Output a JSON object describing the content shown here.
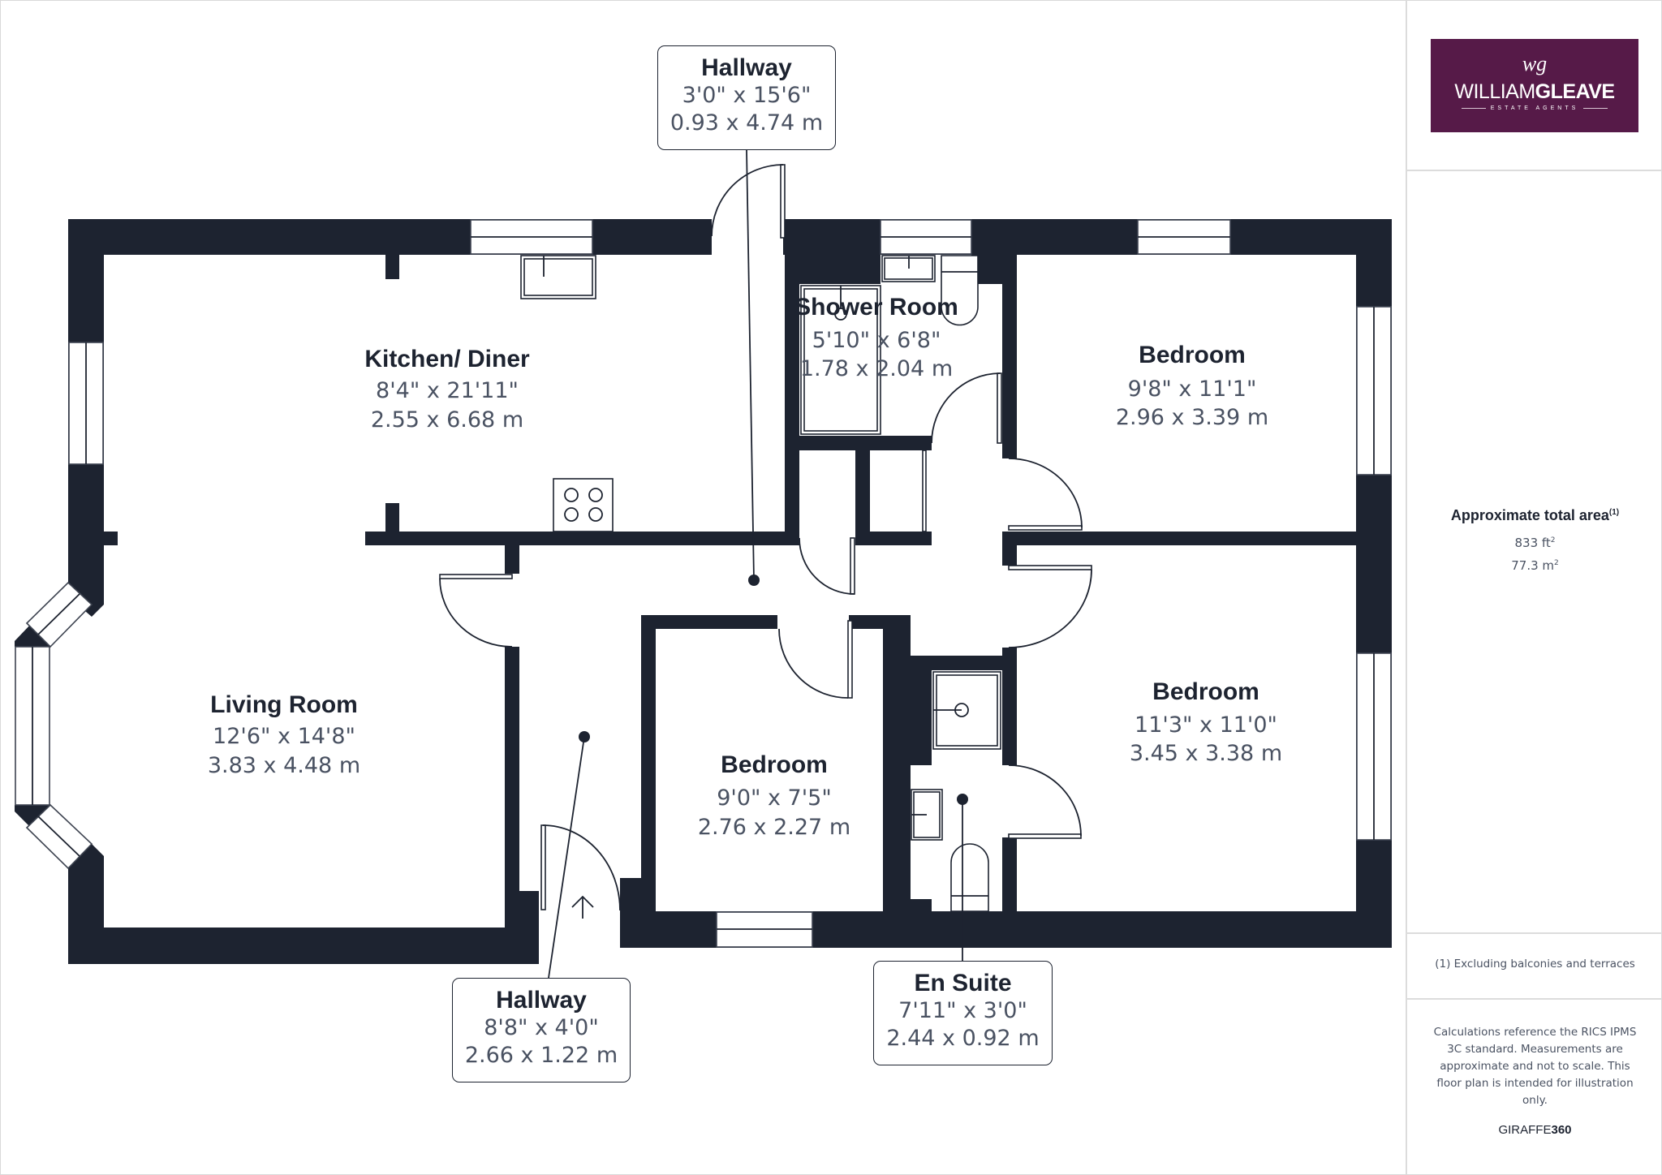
{
  "brand": {
    "monogram": "wg",
    "name_light": "WILLIAM",
    "name_bold": "GLEAVE",
    "tagline": "ESTATE AGENTS",
    "color": "#561a48"
  },
  "rooms": [
    {
      "id": "kitchen",
      "name": "Kitchen/ Diner",
      "imperial": "8'4\" x 21'11\"",
      "metric": "2.55 x 6.68 m"
    },
    {
      "id": "living",
      "name": "Living Room",
      "imperial": "12'6\" x 14'8\"",
      "metric": "3.83 x 4.48 m"
    },
    {
      "id": "shower",
      "name": "Shower Room",
      "imperial": "5'10\" x 6'8\"",
      "metric": "1.78 x 2.04 m"
    },
    {
      "id": "bedroom1",
      "name": "Bedroom",
      "imperial": "9'8\" x 11'1\"",
      "metric": "2.96 x 3.39 m"
    },
    {
      "id": "bedroom2",
      "name": "Bedroom",
      "imperial": "11'3\" x 11'0\"",
      "metric": "3.45 x 3.38 m"
    },
    {
      "id": "bedroom3",
      "name": "Bedroom",
      "imperial": "9'0\" x 7'5\"",
      "metric": "2.76 x 2.27 m"
    }
  ],
  "callouts": [
    {
      "id": "hallway_top",
      "name": "Hallway",
      "imperial": "3'0\" x 15'6\"",
      "metric": "0.93 x 4.74 m"
    },
    {
      "id": "hallway_bottom",
      "name": "Hallway",
      "imperial": "8'8\" x 4'0\"",
      "metric": "2.66 x 1.22 m"
    },
    {
      "id": "en_suite",
      "name": "En Suite",
      "imperial": "7'11\" x 3'0\"",
      "metric": "2.44 x 0.92 m"
    }
  ],
  "summary": {
    "title": "Approximate total area",
    "title_note": "(1)",
    "area_ft": "833 ft",
    "area_m": "77.3 m",
    "sq": "2",
    "footnote": "(1) Excluding balconies and terraces",
    "disclaimer": "Calculations reference the RICS IPMS 3C standard. Measurements are approximate and not to scale. This floor plan is intended for illustration only.",
    "provider_light": "GIRAFFE",
    "provider_bold": "360"
  },
  "colors": {
    "wall": "#1d2330",
    "label_text": "#1d2330",
    "dim_text": "#4a5262",
    "divider": "#dcdcdc"
  },
  "icons": {
    "entrance": "arrow-up-icon",
    "callout_pin": "dot-pin-icon",
    "hob": "four-ring-hob-icon",
    "sink": "sink-icon",
    "toilet": "toilet-icon",
    "shower_tray": "shower-tray-icon",
    "window": "window-icon",
    "door_swing": "door-swing-icon"
  }
}
